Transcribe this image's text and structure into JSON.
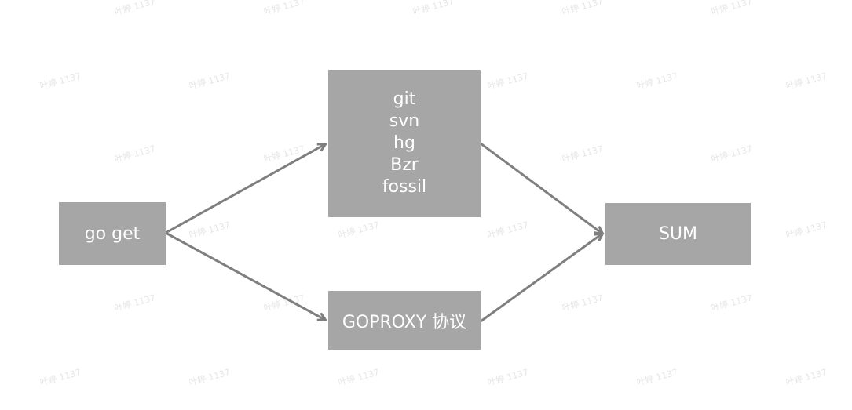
{
  "watermark": "叶婷 1137",
  "nodes": {
    "go_get": "go get",
    "vcs_items": [
      "git",
      "svn",
      "hg",
      "Bzr",
      "fossil"
    ],
    "goproxy": "GOPROXY 协议",
    "sum": "SUM"
  },
  "colors": {
    "node_fill": "#a6a6a6",
    "node_text": "#ffffff",
    "arrow": "#7f7f7f",
    "background": "#ffffff"
  }
}
